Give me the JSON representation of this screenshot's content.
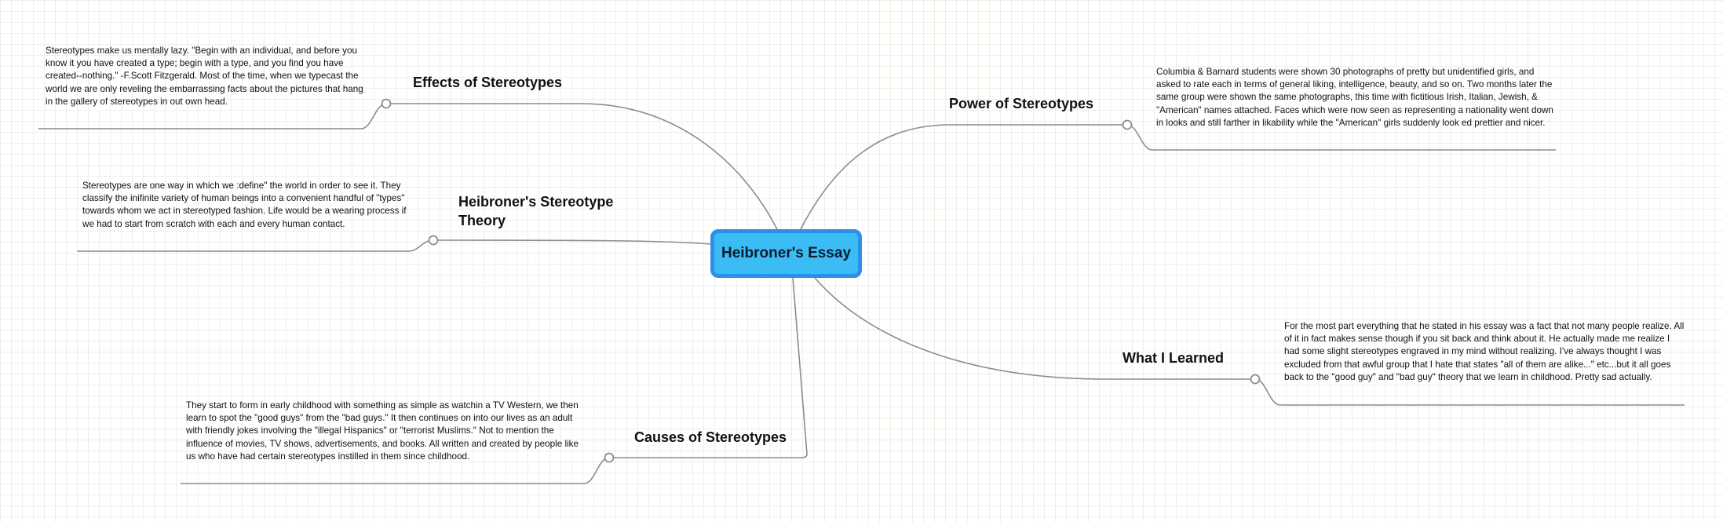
{
  "central_topic": "Heibroner's Essay",
  "branches": [
    {
      "title": "Effects of Stereotypes",
      "note": "Stereotypes make us mentally lazy. \"Begin with an individual, and before you know it you have created a type; begin with a type, and you find you have created--nothing.\" -F.Scott Fitzgerald. Most of the time, when we typecast the world we are only reveling the embarrassing facts about the pictures that hang in the gallery of stereotypes in out own head."
    },
    {
      "title": "Heibroner's Stereotype Theory",
      "note": "Stereotypes are one way in which we :define\" the world in order to see it. They classify the inifinite variety of human beings into a convenient handful of \"types\" towards whom we act in stereotyped fashion. Life would be a wearing process if we had to start from scratch with each and every human contact."
    },
    {
      "title": "Causes of Stereotypes",
      "note": "They start to form in early childhood with something as simple as watchin a TV Western, we then learn to spot the \"good guys\" from the \"bad guys.\" It then continues on into our lives as an adult with friendly jokes involving the \"illegal Hispanics\" or \"terrorist Muslims.\" Not to mention the influence of movies, TV shows, advertisements, and books. All written and created by people like us who have had certain stereotypes instilled in them since childhood."
    },
    {
      "title": "Power of Stereotypes",
      "note": "Columbia & Barnard students were shown 30 photographs of pretty but unidentified girls, and asked to rate each in terms of general liking, intelligence, beauty, and so on. Two months later the same group were shown the same photographs, this time with fictitious Irish, Italian, Jewish, & \"American\" names attached. Faces which were now seen as representing a nationality went down in looks and still farther in likability while the \"American\" girls suddenly look ed prettier and nicer."
    },
    {
      "title": "What I Learned",
      "note": "For the most part everything that he stated in his essay was a fact that not many people realize. All of it in fact makes sense though if you sit back and think about it. He actually made me realize I had some slight stereotypes engraved in my mind without realizing. I've always thought I was excluded from that awful group that I hate that states \"all of them are alike...\" etc...but it all goes back to the \"good guy\" and \"bad guy\" theory that we learn in childhood. Pretty sad actually."
    }
  ]
}
